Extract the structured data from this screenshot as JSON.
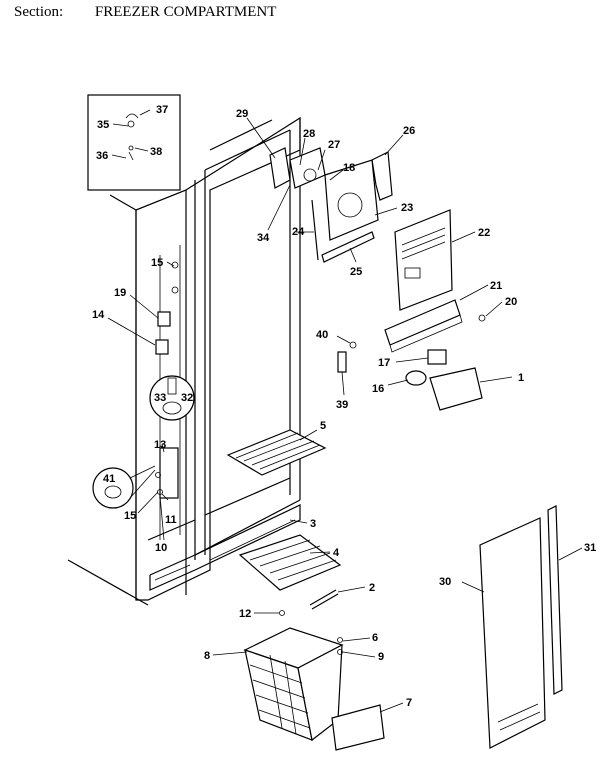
{
  "header": {
    "section_label": "Section:",
    "title": "FREEZER COMPARTMENT"
  },
  "callouts": {
    "c1": "1",
    "c2": "2",
    "c3": "3",
    "c5": "5",
    "c4": "4",
    "c6": "6",
    "c7": "7",
    "c8": "8",
    "c9": "9",
    "c10": "10",
    "c11": "11",
    "c12": "12",
    "c13": "13",
    "c14": "14",
    "c15a": "15",
    "c15b": "15",
    "c16": "16",
    "c17": "17",
    "c18": "18",
    "c19": "19",
    "c20": "20",
    "c21": "21",
    "c22": "22",
    "c23": "23",
    "c24": "24",
    "c25": "25",
    "c26": "26",
    "c27": "27",
    "c28": "28",
    "c29": "29",
    "c30": "30",
    "c31": "31",
    "c32": "32",
    "c33": "33",
    "c34": "34",
    "c35": "35",
    "c36": "36",
    "c37": "37",
    "c38": "38",
    "c39": "39",
    "c40": "40",
    "c41": "41"
  }
}
